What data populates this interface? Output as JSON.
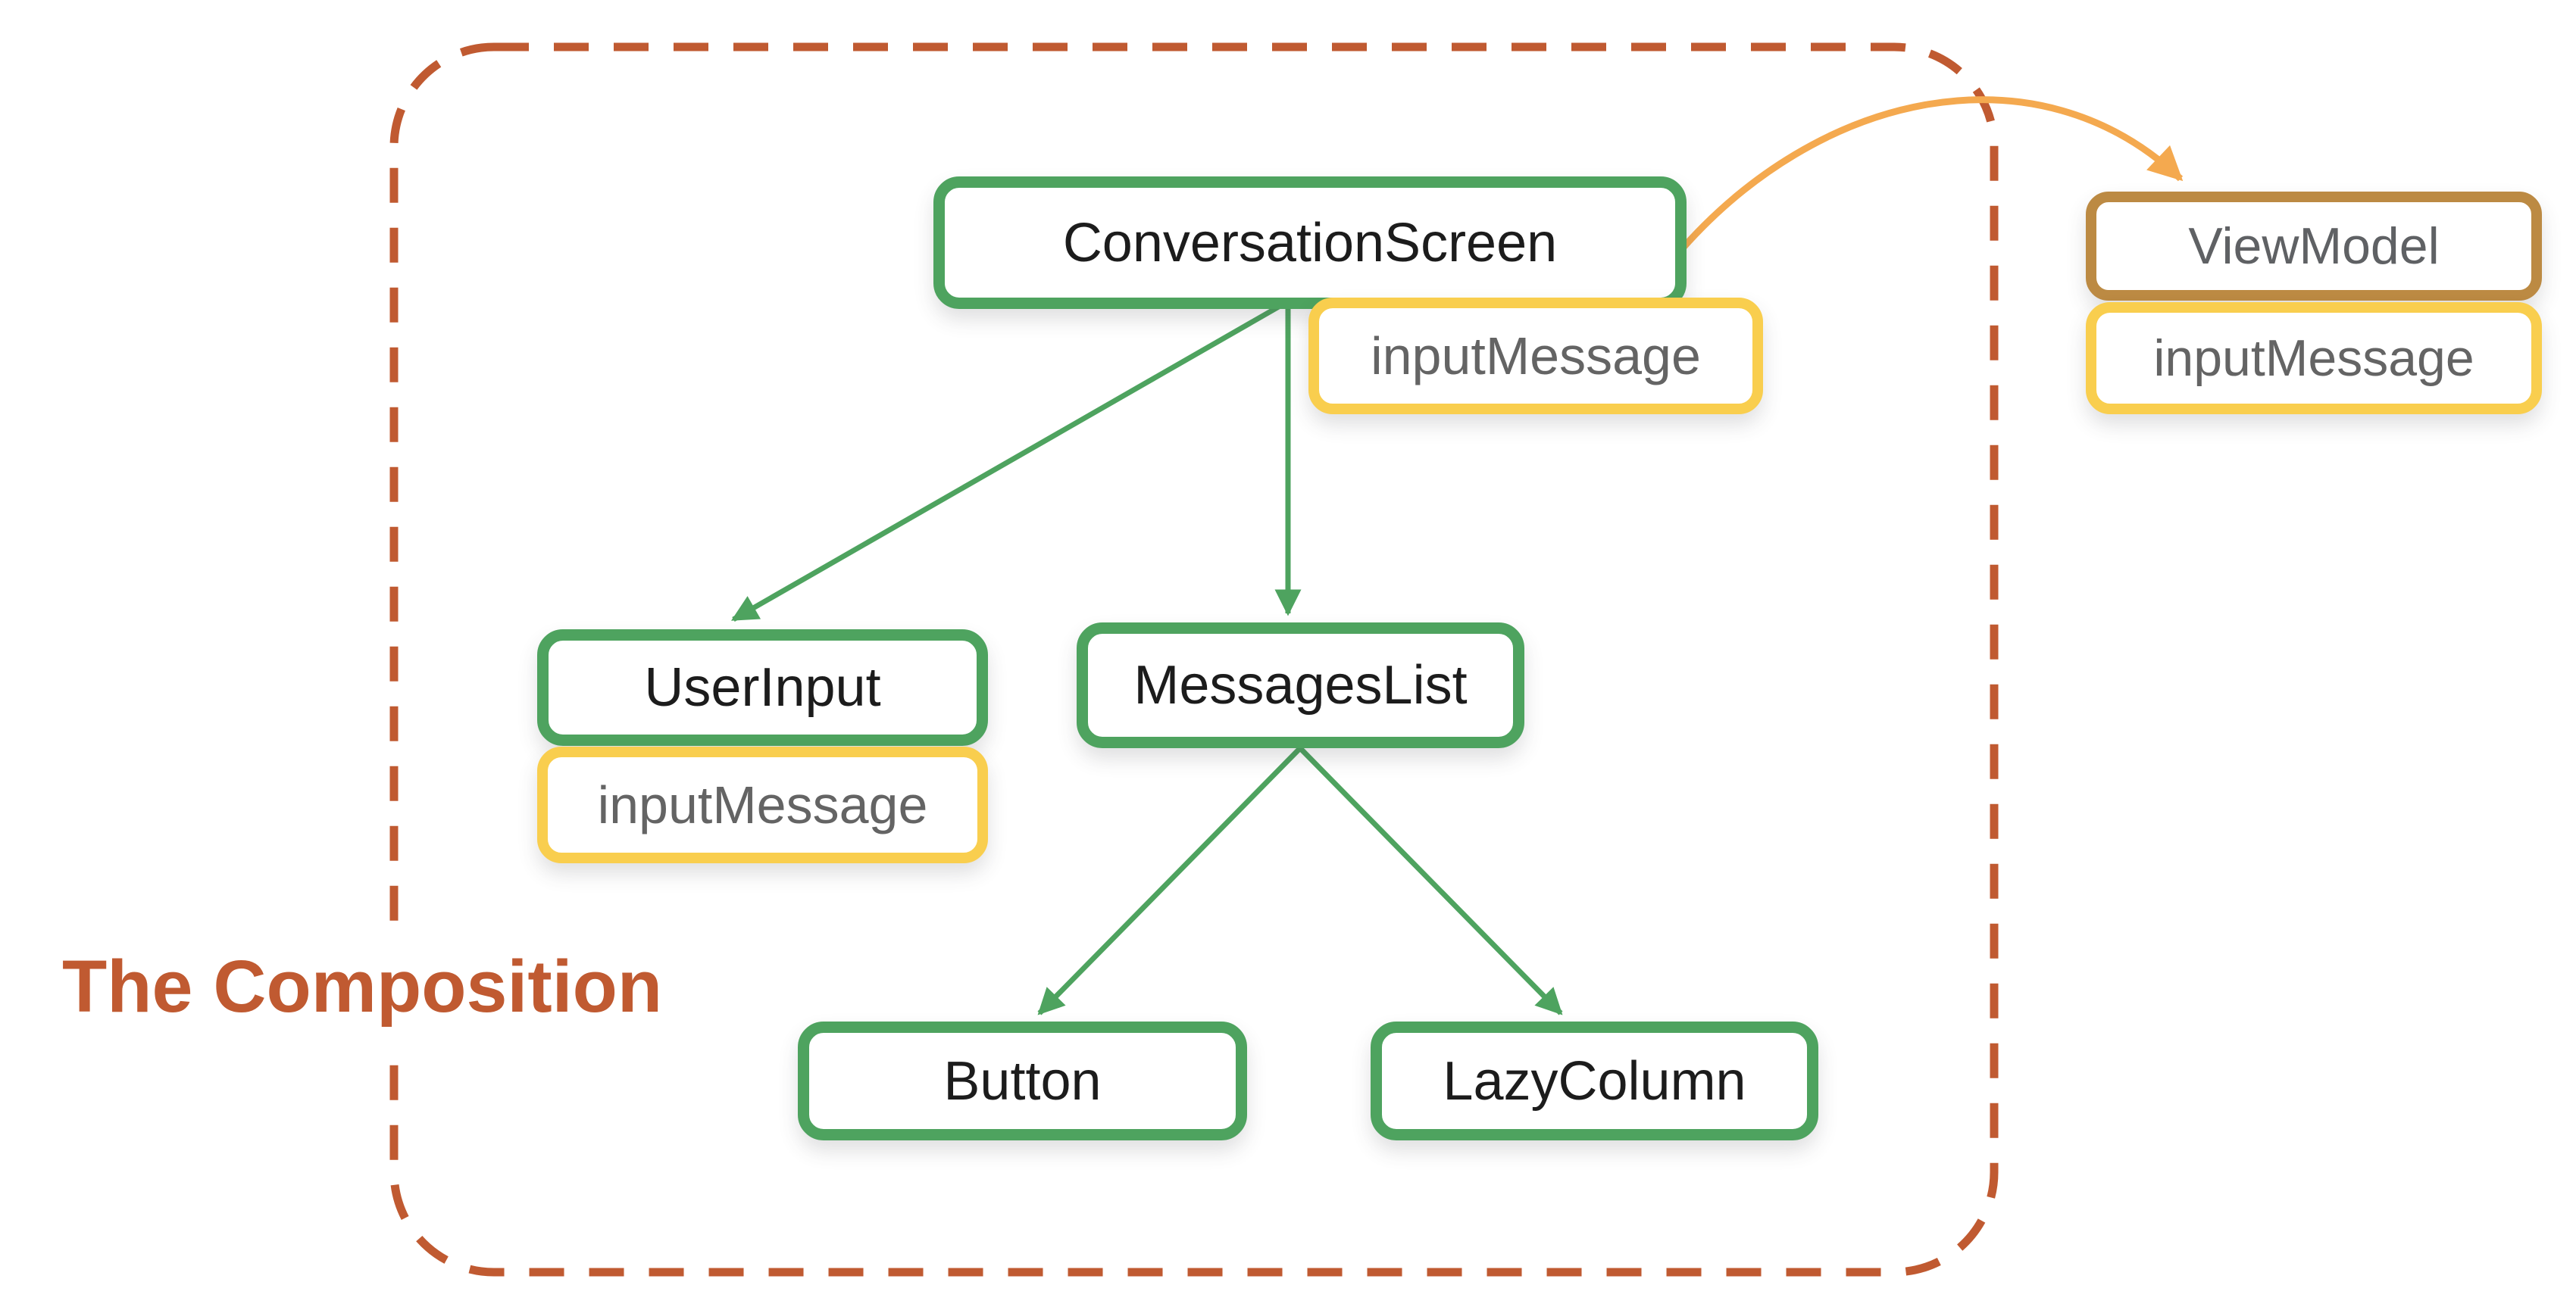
{
  "title": "The Composition",
  "nodes": {
    "conversation_screen": "ConversationScreen",
    "user_input": "UserInput",
    "messages_list": "MessagesList",
    "button": "Button",
    "lazy_column": "LazyColumn",
    "view_model": "ViewModel"
  },
  "state_badges": {
    "conversation_screen": "inputMessage",
    "user_input": "inputMessage",
    "view_model": "inputMessage"
  },
  "colors": {
    "composable_border": "#4ea35f",
    "state_border": "#f9ce4e",
    "viewmodel_border": "#bc8a43",
    "relation_arrow": "#f4a94f",
    "boundary_dash": "#c05a31",
    "title_text": "#c05a31",
    "composable_text": "#1c1c1c",
    "state_text": "#646464"
  }
}
